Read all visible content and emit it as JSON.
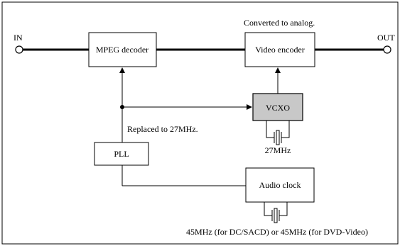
{
  "terminals": {
    "in": "IN",
    "out": "OUT"
  },
  "blocks": {
    "mpeg_decoder": "MPEG decoder",
    "video_encoder": "Video encoder",
    "vcxo": "VCXO",
    "pll": "PLL",
    "audio_clock": "Audio clock"
  },
  "annotations": {
    "converted_to_analog": "Converted to analog.",
    "replaced_to_27mhz": "Replaced to 27MHz.",
    "vcxo_crystal_freq": "27MHz",
    "audio_crystal_freq": "45MHz (for DC/SACD) or 45MHz (for DVD-Video)"
  },
  "colors": {
    "vcxo_fill": "#c8c8c8",
    "line": "#000000",
    "background": "#ffffff"
  }
}
